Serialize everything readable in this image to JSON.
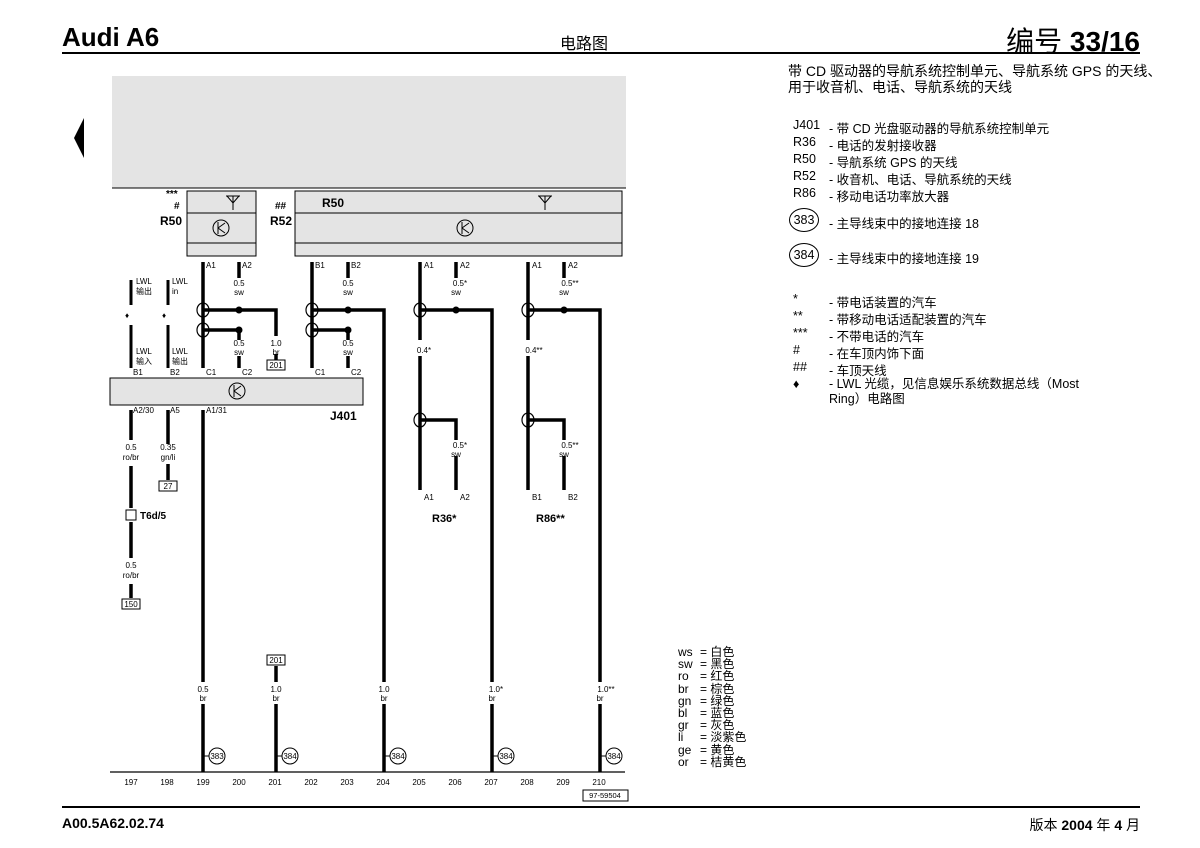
{
  "header": {
    "brand": "Audi A6",
    "title": "电路图",
    "doc_prefix": "编号",
    "doc_number": "33/16"
  },
  "footer": {
    "code": "A00.5A62.02.74",
    "version_prefix": "版本",
    "version_year": "2004",
    "version_mid": "年",
    "version_month": "4",
    "version_suffix": "月"
  },
  "description": "带 CD 驱动器的导航系统控制单元、导航系统 GPS 的天线、用于收音机、电话、导航系统的天线",
  "legend": {
    "components": [
      {
        "code": "J401",
        "text": "- 带 CD 光盘驱动器的导航系统控制单元"
      },
      {
        "code": "R36",
        "text": "- 电话的发射接收器"
      },
      {
        "code": "R50",
        "text": "- 导航系统 GPS 的天线"
      },
      {
        "code": "R52",
        "text": "- 收音机、电话、导航系统的天线"
      },
      {
        "code": "R86",
        "text": "- 移动电话功率放大器"
      }
    ],
    "grounds": [
      {
        "code": "383",
        "text": "- 主导线束中的接地连接 18"
      },
      {
        "code": "384",
        "text": "- 主导线束中的接地连接 19"
      }
    ],
    "symbols": [
      {
        "code": "*",
        "text": "- 带电话装置的汽车"
      },
      {
        "code": "**",
        "text": "- 带移动电话适配装置的汽车"
      },
      {
        "code": "***",
        "text": "- 不带电话的汽车"
      },
      {
        "code": "#",
        "text": "- 在车顶内饰下面"
      },
      {
        "code": "##",
        "text": "- 车顶天线"
      },
      {
        "code": "♦",
        "text": "- LWL 光缆，见信息娱乐系统数据总线（Most Ring）电路图"
      }
    ]
  },
  "colors": [
    {
      "k": "ws",
      "v": "= 白色"
    },
    {
      "k": "sw",
      "v": "= 黑色"
    },
    {
      "k": "ro",
      "v": "= 红色"
    },
    {
      "k": "br",
      "v": "= 棕色"
    },
    {
      "k": "gn",
      "v": "= 绿色"
    },
    {
      "k": "bl",
      "v": "= 蓝色"
    },
    {
      "k": "gr",
      "v": "= 灰色"
    },
    {
      "k": "li",
      "v": "= 淡紫色"
    },
    {
      "k": "ge",
      "v": "= 黄色"
    },
    {
      "k": "or",
      "v": "= 桔黄色"
    }
  ],
  "diagram": {
    "r50_small": {
      "label": "R50",
      "mark1": "***",
      "mark2": "#"
    },
    "r52": {
      "label": "R52",
      "mark": "##"
    },
    "r50_big": {
      "label": "R50"
    },
    "j401": {
      "label": "J401"
    },
    "r36": {
      "label": "R36*"
    },
    "r86": {
      "label": "R86**"
    },
    "lwl": [
      "LWL",
      "输出",
      "LWL",
      "in",
      "LWL",
      "输入",
      "LWL",
      "输出"
    ],
    "pins": {
      "a1": "A1",
      "a2": "A2",
      "b1": "B1",
      "b2": "B2",
      "c1": "C1",
      "c2": "C2",
      "a230": "A2/30",
      "a5": "A5",
      "a131": "A1/31"
    },
    "wires": {
      "s05": "0.5",
      "s035": "0.35",
      "s10": "1.0",
      "s04": "0.4",
      "sw": "sw",
      "br": "br",
      "robr": "ro/br",
      "gnli": "gn/li",
      "s04star": "0.4*",
      "s04dstar": "0.4**",
      "s05star": "0.5*",
      "s05dstar": "0.5**",
      "s10star": "1.0*",
      "s10dstar": "1.0**"
    },
    "refs": [
      "201",
      "27",
      "150",
      "201"
    ],
    "connector": "T6d/5",
    "grounds": [
      "383",
      "384",
      "384",
      "384",
      "384"
    ],
    "tracks": [
      "197",
      "198",
      "199",
      "200",
      "201",
      "202",
      "203",
      "204",
      "205",
      "206",
      "207",
      "208",
      "209",
      "210"
    ],
    "drawing_no": "97-59504"
  }
}
